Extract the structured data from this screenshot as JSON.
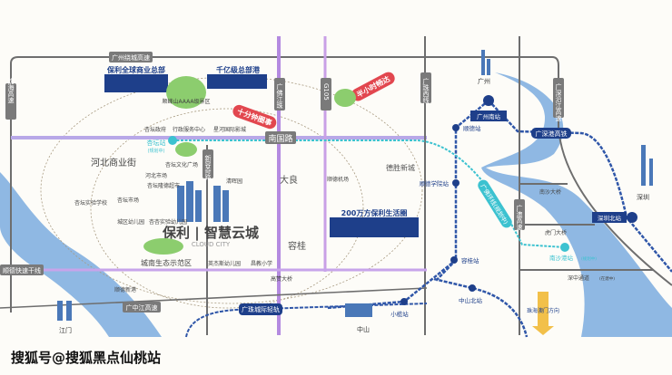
{
  "roads": {
    "ring": "广州绕城高速",
    "shenhai": "沈海高速",
    "nanguo": "南国路",
    "guangfo": "广佛江珠",
    "g105": "G105",
    "guangzhu_west": "广珠西线",
    "shunde_express": "顺德快速干线",
    "guangzhong": "广中江高速",
    "gz_intercity": "广珠城际轻轨",
    "gs_coastal": "广深沿江高速",
    "guangao": "广澳高速",
    "gsg_hsr": "广深港高铁",
    "xinrong": "新容奇路"
  },
  "callouts": {
    "top_left": "保利全球商业总部",
    "top_mid": "千亿级总部港",
    "ten_min": "十分钟圈事",
    "half_hour": "半小时畅达",
    "poly_life": "200万方保利生活圈",
    "metro_line": "广佛环线(规划中)"
  },
  "project": {
    "name": "保利 | 智慧云城",
    "en": "CLOUD CITY"
  },
  "places": {
    "park1": "顺峰山AAAA级景区",
    "xingtan_gov": "杏坛政府",
    "admin_center": "行政服务中心",
    "xinghe": "星河国际影城",
    "xingtan_st": "杏坛站",
    "xingtan_st_note": "(规划中)",
    "xingtan_plaza": "杏坛文化广场",
    "hebei_st": "河北商业街",
    "hebei_market": "河北市场",
    "supermarket": "杏坛隆德超市",
    "qinghua": "清晖园",
    "school1": "杏坛实验学校",
    "market2": "杏坛市场",
    "kinder1": "城区幼儿园",
    "kinder2": "杏杏实验幼儿园",
    "ecology": "城南生态示范区",
    "yingjie": "英杰斯幼儿园",
    "changjiao": "昌教小学",
    "daliang": "大良",
    "ronggui": "容桂",
    "gaozan": "高赞大桥",
    "shunde_new": "顺德新港",
    "jiangmen": "江门",
    "zhongshan": "中山",
    "guangzhou": "广州",
    "shenzhen": "深圳",
    "shunde_airport": "顺德机场",
    "desheng": "德胜新城",
    "nansha_bridge": "南沙大桥",
    "humen_bridge": "虎门大桥",
    "shenzhong": "深中通道",
    "shenzhong_note": "(在建中)",
    "zhuhai": "珠海澳门方向",
    "nanshagang": "南沙港站",
    "nanshagang_note": "(规划中)"
  },
  "stations": {
    "gz_south": "广州南站",
    "shunde": "顺德站",
    "shunde_college": "顺德学院站",
    "ronggui": "容桂站",
    "xiaolan": "小榄站",
    "zs_north": "中山北站",
    "sz_north": "深圳北站"
  },
  "watermark": "搜狐号@搜狐黑点仙桃站",
  "colors": {
    "river": "#8fb8e3",
    "purple": "#b48ae0",
    "navy": "#1e3f8a",
    "cyan": "#3cc2d0",
    "red": "#e2474f",
    "road": "#6e6e6e"
  }
}
